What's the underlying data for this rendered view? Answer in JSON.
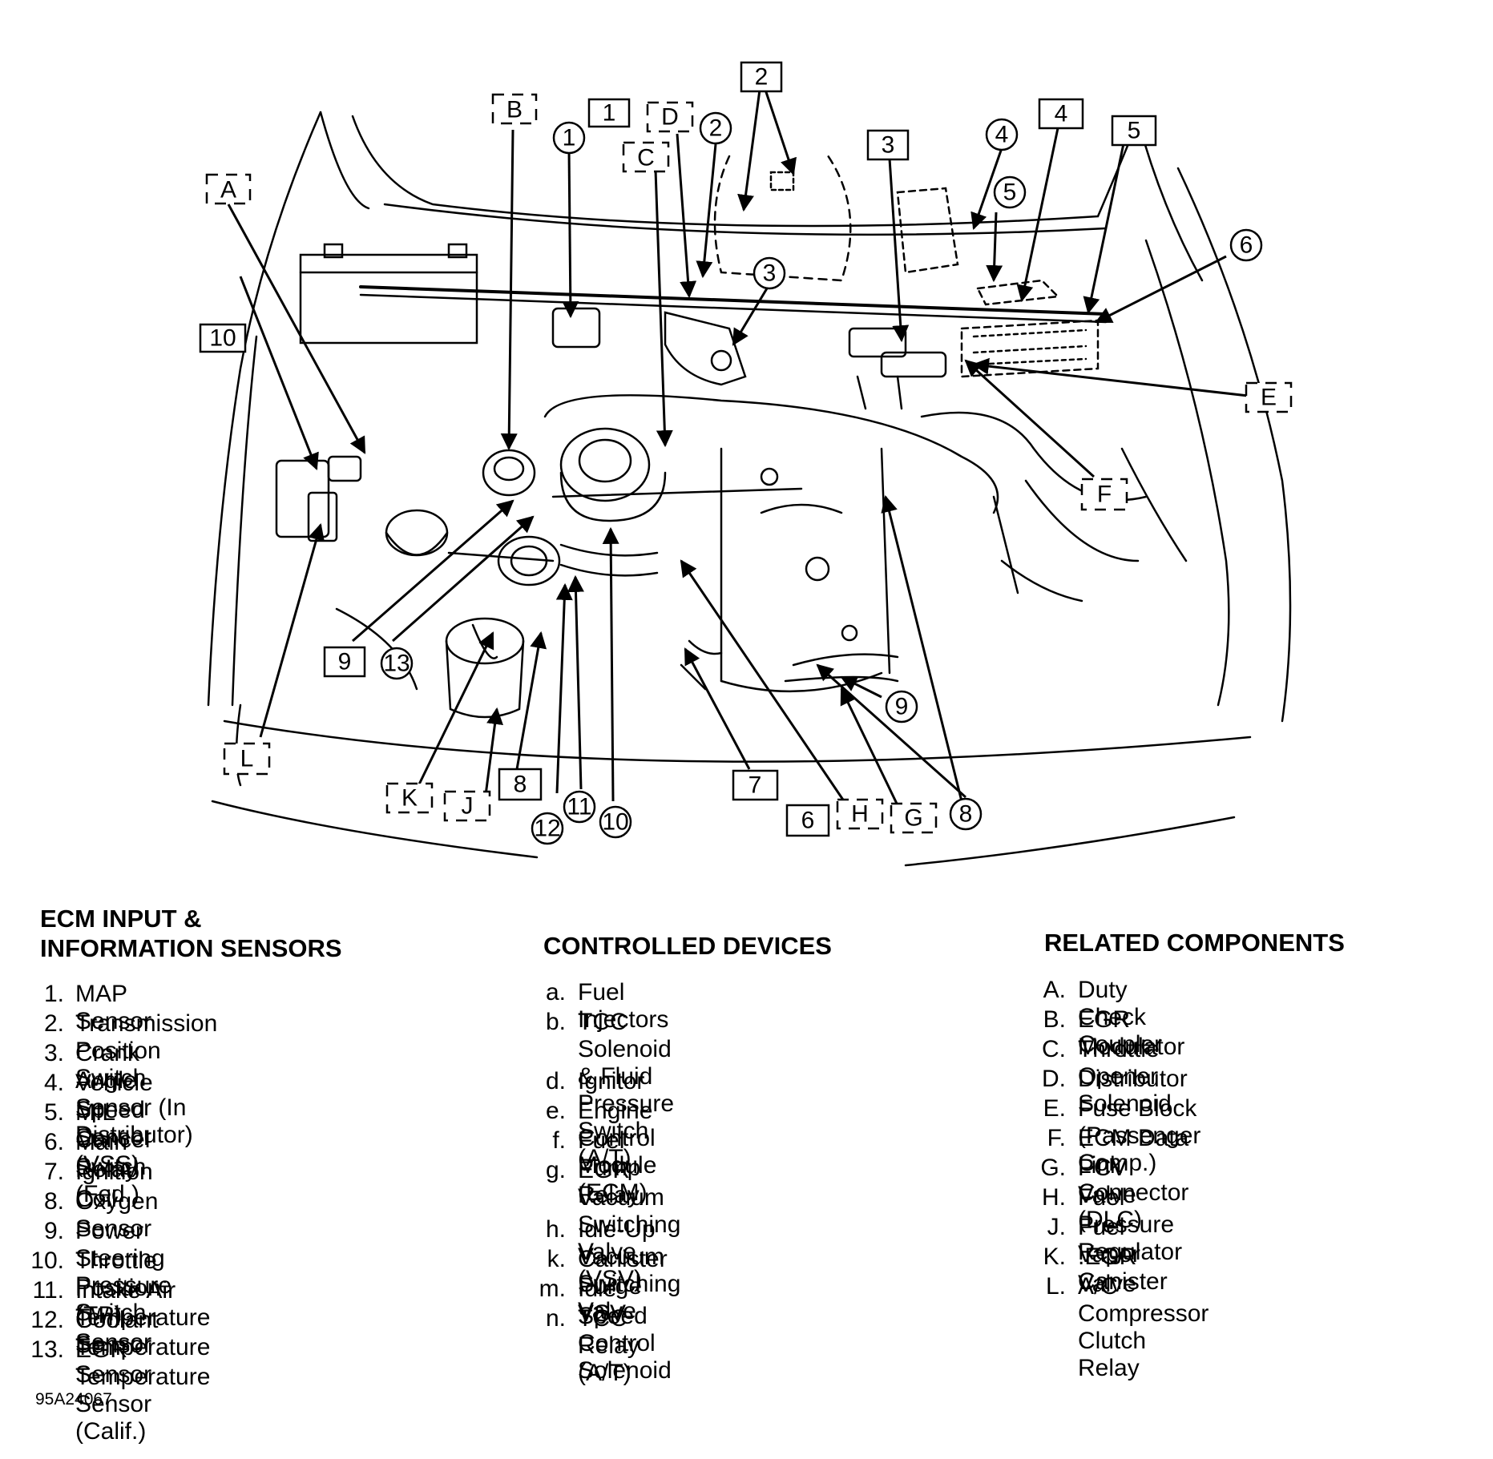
{
  "callouts": {
    "A": "A",
    "B": "B",
    "C": "C",
    "D": "D",
    "E": "E",
    "F": "F",
    "G": "G",
    "H": "H",
    "J": "J",
    "K": "K",
    "L": "L",
    "n1": "1",
    "n2": "2",
    "n3": "3",
    "n4": "4",
    "n5": "5",
    "n6": "6",
    "n7": "7",
    "n8": "8",
    "n9": "9",
    "n10": "10",
    "n11": "11",
    "n12": "12",
    "n13": "13"
  },
  "legend": {
    "sensors": {
      "heading": "ECM INPUT &\nINFORMATION SENSORS",
      "items": [
        {
          "mark": "1.",
          "text": "MAP Sensor"
        },
        {
          "mark": "2.",
          "text": "Transmission Position Switch"
        },
        {
          "mark": "3.",
          "text": "Crank Angle Sensor (In Distributor)"
        },
        {
          "mark": "4.",
          "text": "Vehicle Speed Sensor (VSS)"
        },
        {
          "mark": "5.",
          "text": "MIL Cancel Switch (Fed.)"
        },
        {
          "mark": "6.",
          "text": "Main Relay"
        },
        {
          "mark": "7.",
          "text": "Ignition Coil"
        },
        {
          "mark": "8.",
          "text": "Oxygen Sensor"
        },
        {
          "mark": "9.",
          "text": "Power Steering Pressure Switch"
        },
        {
          "mark": "10.",
          "text": "Throttle Position (TP) Sensor"
        },
        {
          "mark": "11.",
          "text": "Intake Air Temperature Sensor"
        },
        {
          "mark": "12.",
          "text": "Coolant Temperature Sensor"
        },
        {
          "mark": "13.",
          "text": "EGR Temperature Sensor (Calif.)"
        }
      ]
    },
    "devices": {
      "heading": "CONTROLLED DEVICES",
      "items": [
        {
          "mark": "a.",
          "text": "Fuel Injectors"
        },
        {
          "mark": "b.",
          "text": "TCC Solenoid & Fluid Pressure\nSwitch (A/T)"
        },
        {
          "mark": "d.",
          "text": "Ignitor"
        },
        {
          "mark": "e.",
          "text": "Engine Control Module (ECM)"
        },
        {
          "mark": "f.",
          "text": "Fuel Pump Relay"
        },
        {
          "mark": "g.",
          "text": "EGR Vacuum Switching Valve\n(VSV)"
        },
        {
          "mark": "h.",
          "text": "Idle-Up Vacuum Switching Valve"
        },
        {
          "mark": "k.",
          "text": "Canister Purge VSV"
        },
        {
          "mark": "m.",
          "text": "Idle Speed Control Solenoid"
        },
        {
          "mark": "n.",
          "text": "TCC Relay (A/T)"
        }
      ]
    },
    "components": {
      "heading": "RELATED COMPONENTS",
      "items": [
        {
          "mark": "A.",
          "text": "Duty Check Coupler"
        },
        {
          "mark": "B.",
          "text": "EGR Modulator"
        },
        {
          "mark": "C.",
          "text": "Throttle Opener Solenoid"
        },
        {
          "mark": "D.",
          "text": "Distributor"
        },
        {
          "mark": "E.",
          "text": "Fuse Block (Passenger Comp.)"
        },
        {
          "mark": "F.",
          "text": "ECM Data Link Connector (DLC)"
        },
        {
          "mark": "G.",
          "text": "PCV Valve"
        },
        {
          "mark": "H.",
          "text": "Fuel Pressure Regulator"
        },
        {
          "mark": "J.",
          "text": "Fuel Vapor Canister"
        },
        {
          "mark": "K.",
          "text": ".EGR Valve"
        },
        {
          "mark": "L.",
          "text": "A/C Compressor Clutch Relay"
        }
      ]
    }
  },
  "figure_code": "95A24067"
}
